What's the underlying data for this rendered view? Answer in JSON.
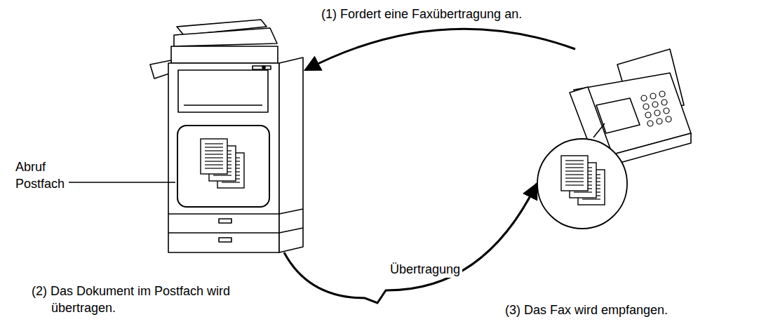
{
  "diagram": {
    "nodes": [
      {
        "text": [
          "(2) Das Dokument im Postfach wird übertragen."
        ]
      },
      {
        "text": [
          "Abruf Postfach"
        ],
        "in": 0
      },
      {
        "text": [
          "(3) Das Fax wird empfangen."
        ]
      }
    ],
    "edges": [
      {
        "from": 2,
        "to": 0,
        "arrow": "to",
        "label": "(1) Fordert eine Faxübertragung an."
      },
      {
        "from": 0,
        "to": 2,
        "arrow": "to",
        "label": "Übertragung"
      }
    ]
  }
}
